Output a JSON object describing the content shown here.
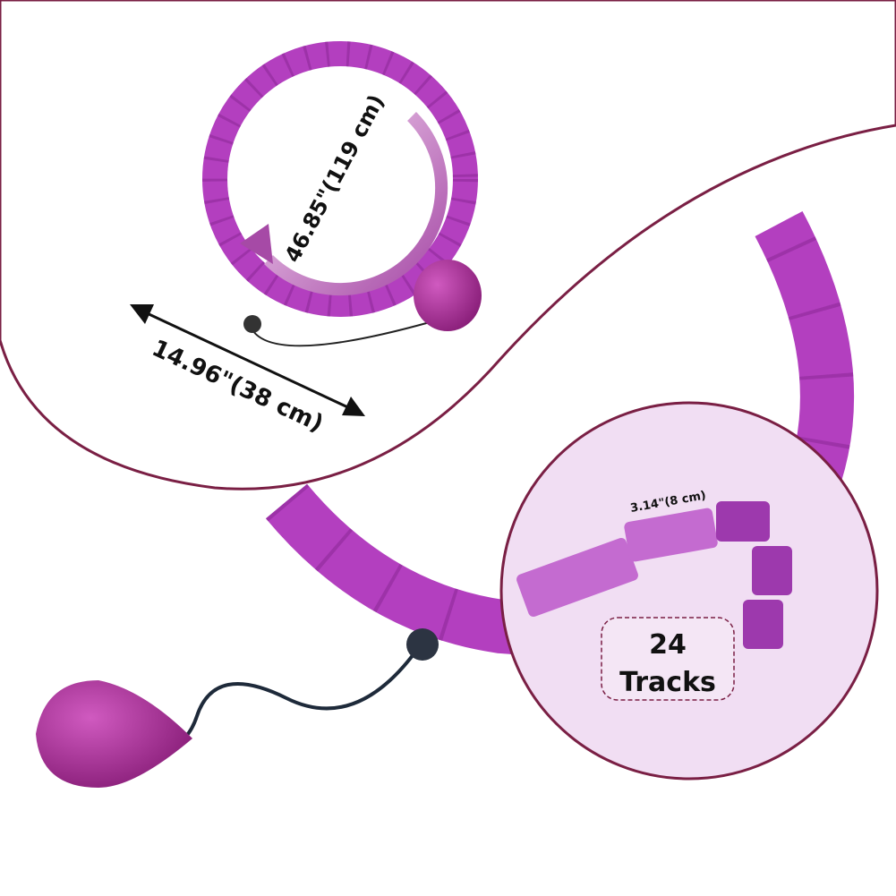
{
  "annotations": {
    "circumference": "46.85\"(119 cm)",
    "diameter": "14.96\"(38 cm)",
    "track_length": "3.14\"(8 cm)",
    "tracks_count": "24",
    "tracks_label": "Tracks"
  },
  "colors": {
    "hoop": "#b33fbf",
    "hoop_dark": "#8e2a9a",
    "curve_border": "#7a1f44",
    "inset_bg": "#f1def3",
    "weight_ball": "#b2339f"
  }
}
